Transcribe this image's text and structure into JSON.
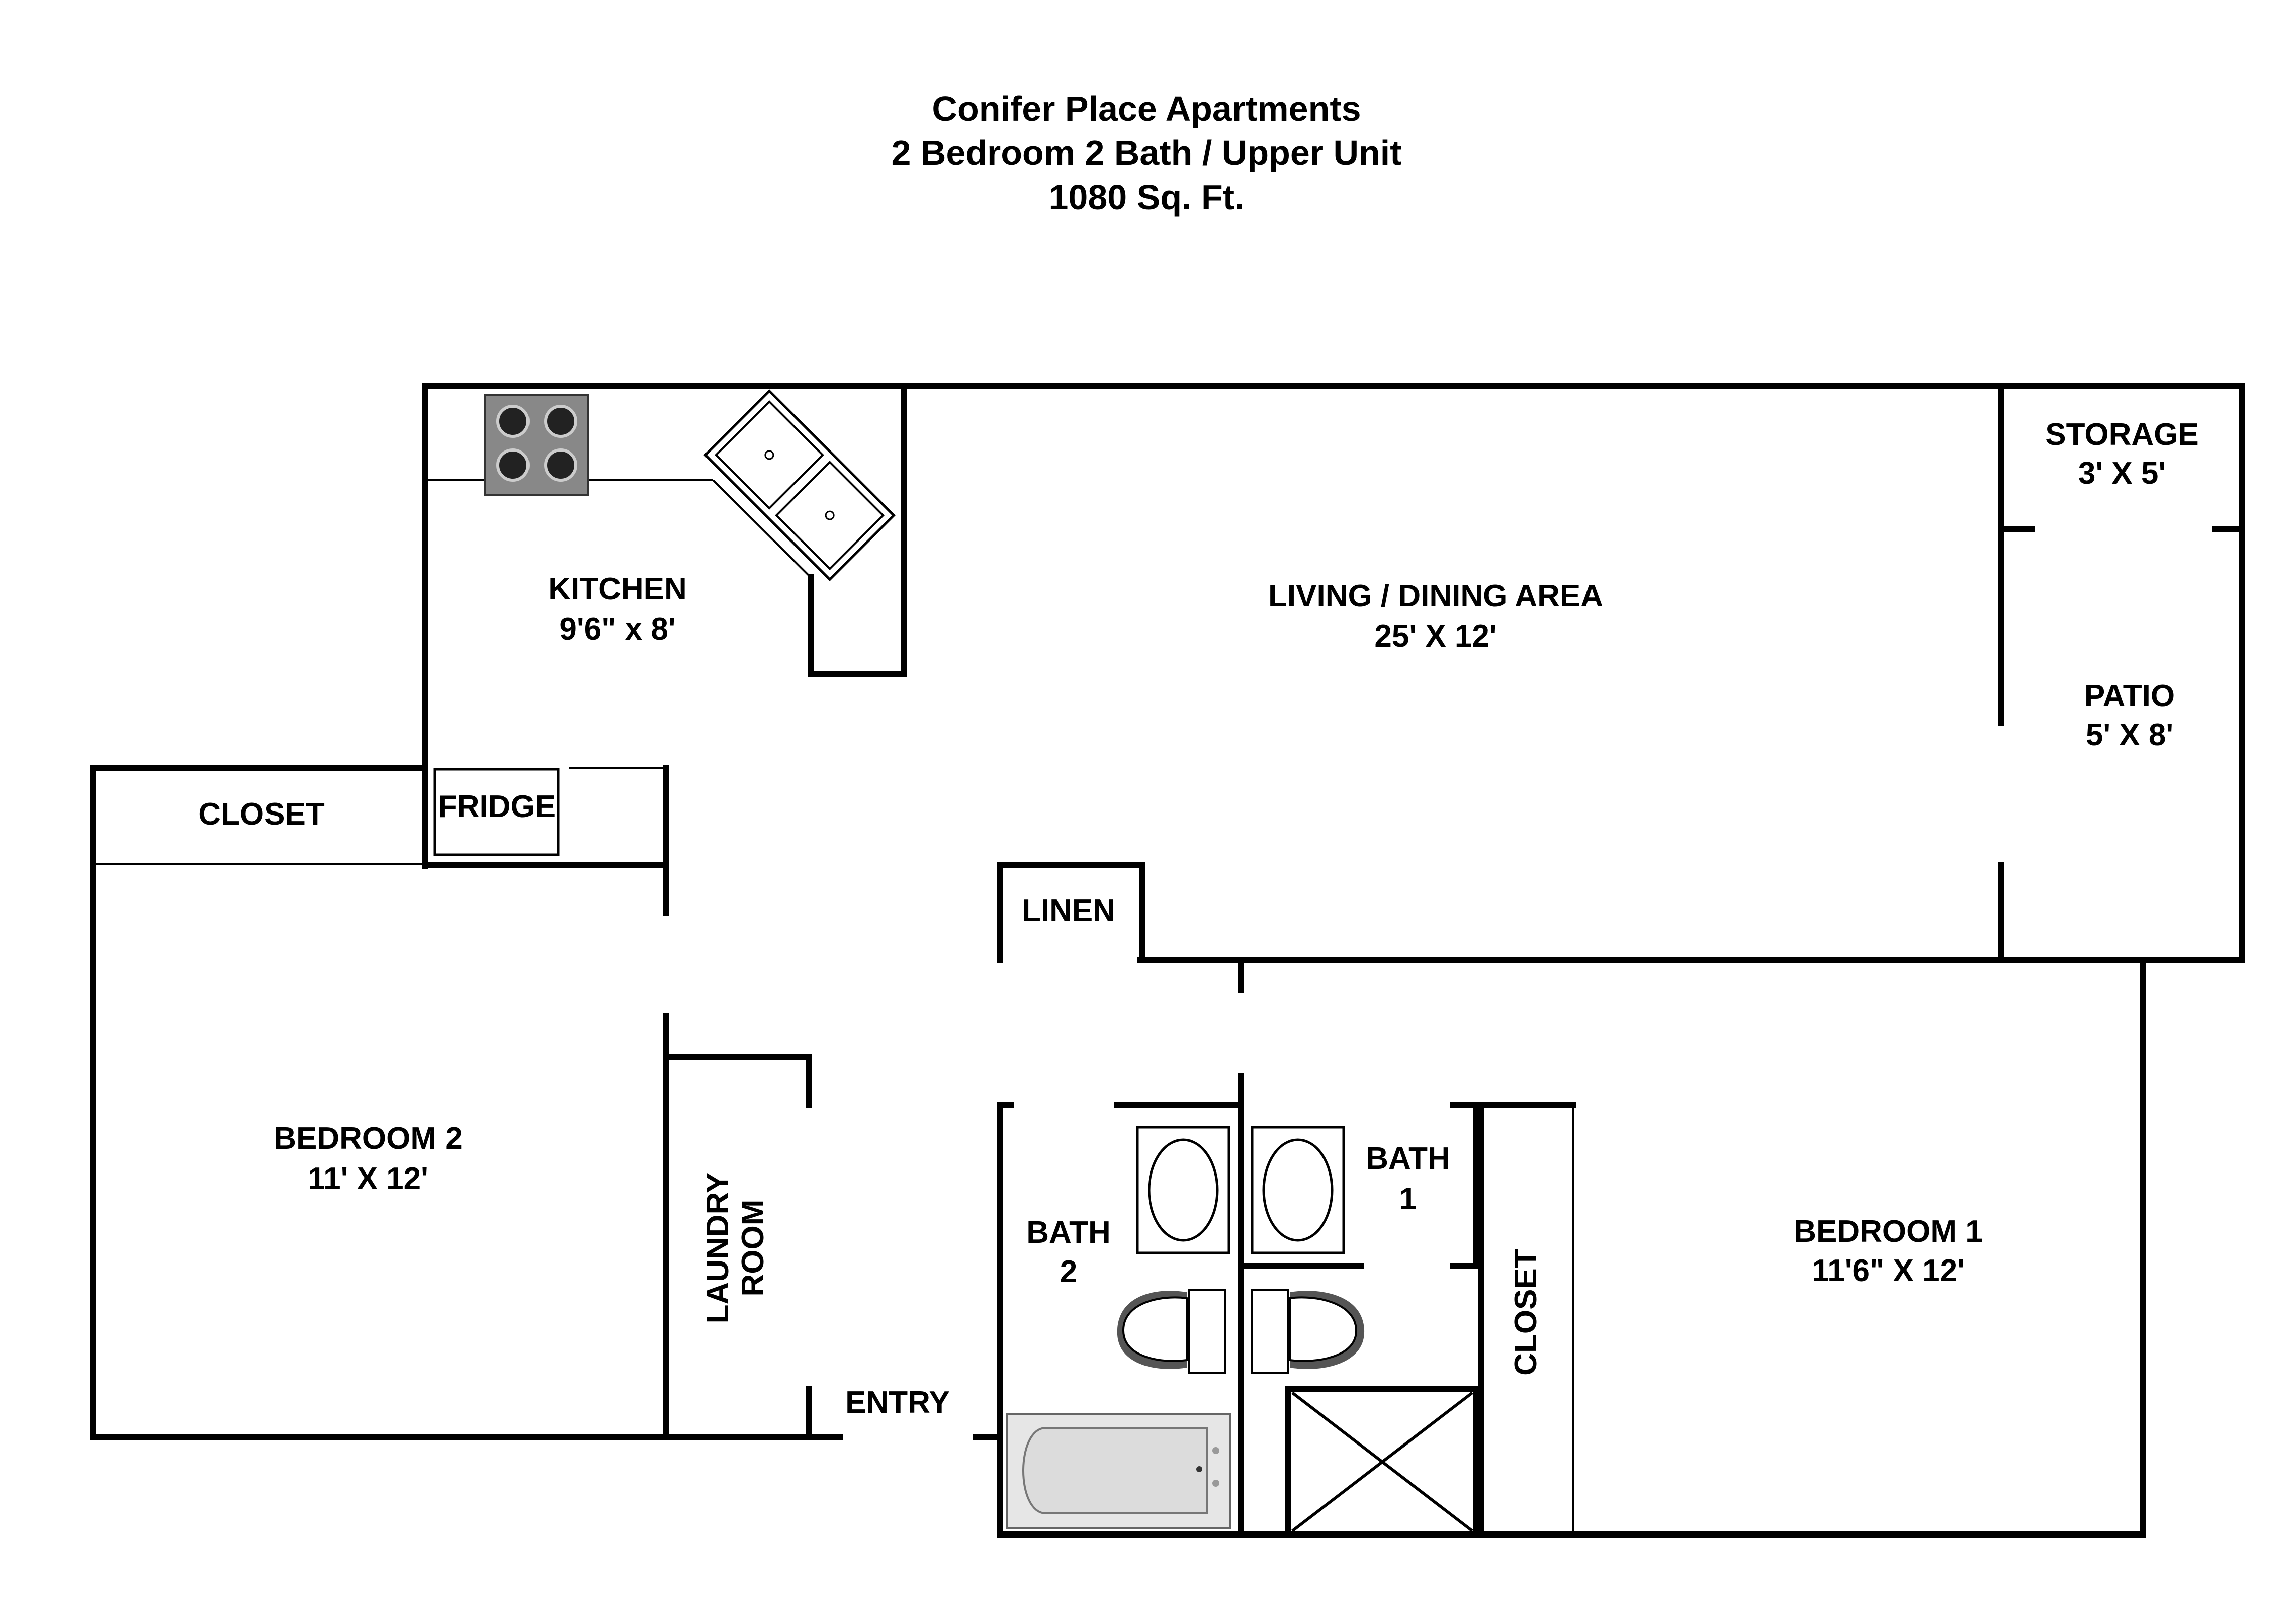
{
  "title": {
    "line1": "Conifer Place Apartments",
    "line2": "2 Bedroom 2 Bath / Upper Unit",
    "line3": "1080 Sq. Ft."
  },
  "rooms": {
    "kitchen": {
      "name": "KITCHEN",
      "size": "9'6\" x 8'"
    },
    "living": {
      "name": "LIVING / DINING AREA",
      "size": "25' X 12'"
    },
    "storage": {
      "name": "STORAGE",
      "size": "3' X 5'"
    },
    "patio": {
      "name": "PATIO",
      "size": "5' X 8'"
    },
    "closet_left": {
      "name": "CLOSET"
    },
    "fridge": {
      "name": "FRIDGE"
    },
    "linen": {
      "name": "LINEN"
    },
    "bedroom2": {
      "name": "BEDROOM 2",
      "size": "11' X 12'"
    },
    "laundry": {
      "line1": "LAUNDRY",
      "line2": "ROOM"
    },
    "bath2": {
      "line1": "BATH",
      "line2": "2"
    },
    "bath1": {
      "line1": "BATH",
      "line2": "1"
    },
    "closet_right": {
      "name": "CLOSET"
    },
    "bedroom1": {
      "name": "BEDROOM 1",
      "size": "11'6\" X 12'"
    },
    "entry": {
      "name": "ENTRY"
    }
  }
}
